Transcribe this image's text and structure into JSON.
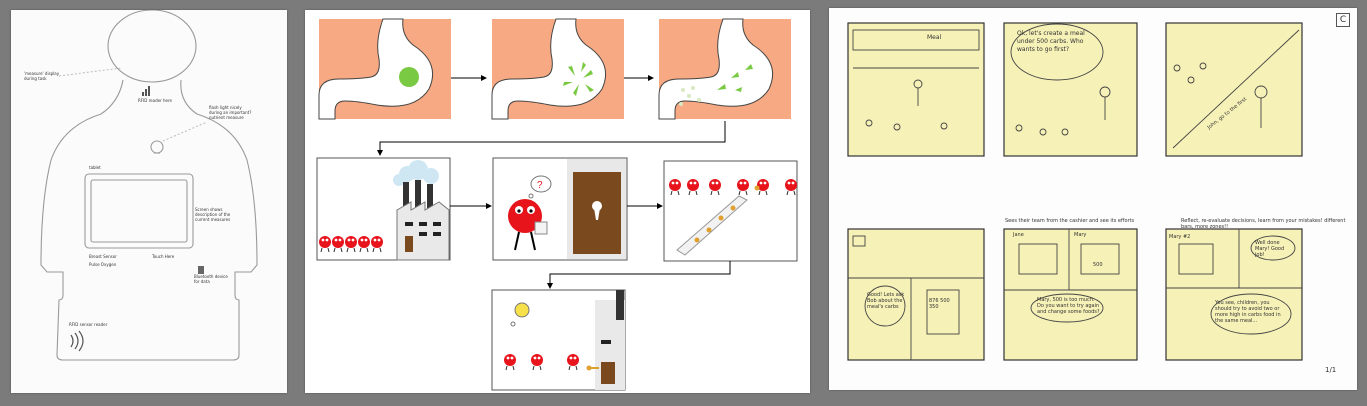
{
  "sketch": {
    "labels": {
      "display_note": "'measure' display during task",
      "rfid_reader_label": "RFID reader here",
      "light_note": "flash light nicely during an important? nutrient measure",
      "tablet_label": "tablet",
      "screen_note": "Screen shows description of the current measures",
      "breast_sensor": "Breast Sensor",
      "pulse_oxygen": "Pulse Oxygen",
      "touch_here": "Touch Here",
      "bluetooth_note": "Bluetooth device for data",
      "rfid_bottom": "RFID sensor reader"
    }
  },
  "storyboard": {
    "question_mark": "?"
  },
  "comic": {
    "page_letter": "C",
    "page_number": "1/1",
    "caption_mid": "Sees their team from the cashier and see its efforts",
    "caption_right": "Reflect, re-evaluate decisions, learn from your mistakes! different bars, more zones!!",
    "panel1_sign": "Meal",
    "panel2_speech": "Ok, let's create a meal under 500 carbs. Who wants to go first?",
    "panel3_speech": "John, go to the first",
    "panel5_tag_left": "Jane",
    "panel5_tag_right": "Mary",
    "panel5_value": "500",
    "panel5b_speech": "Mary, 500 is too much. Do you want to try again and change some foods?",
    "panel4_speech": "Good! Lets ask Bob about the meal's carbs",
    "panel4_screen": "876 500 350",
    "panel6_tag": "Mary #2",
    "panel6_speech": "Well done Mary! Good job!",
    "panel6b_speech": "You see, children, you should try to avoid two or more high in carbs food in the same meal..."
  },
  "colors": {
    "background": "#7b7b7b",
    "stomach_bg": "#f6a982",
    "apple": "#7ac943",
    "ball": "#e8141c",
    "door": "#7a4a1e",
    "key": "#e0a030",
    "sticky": "#f6f1b7"
  }
}
